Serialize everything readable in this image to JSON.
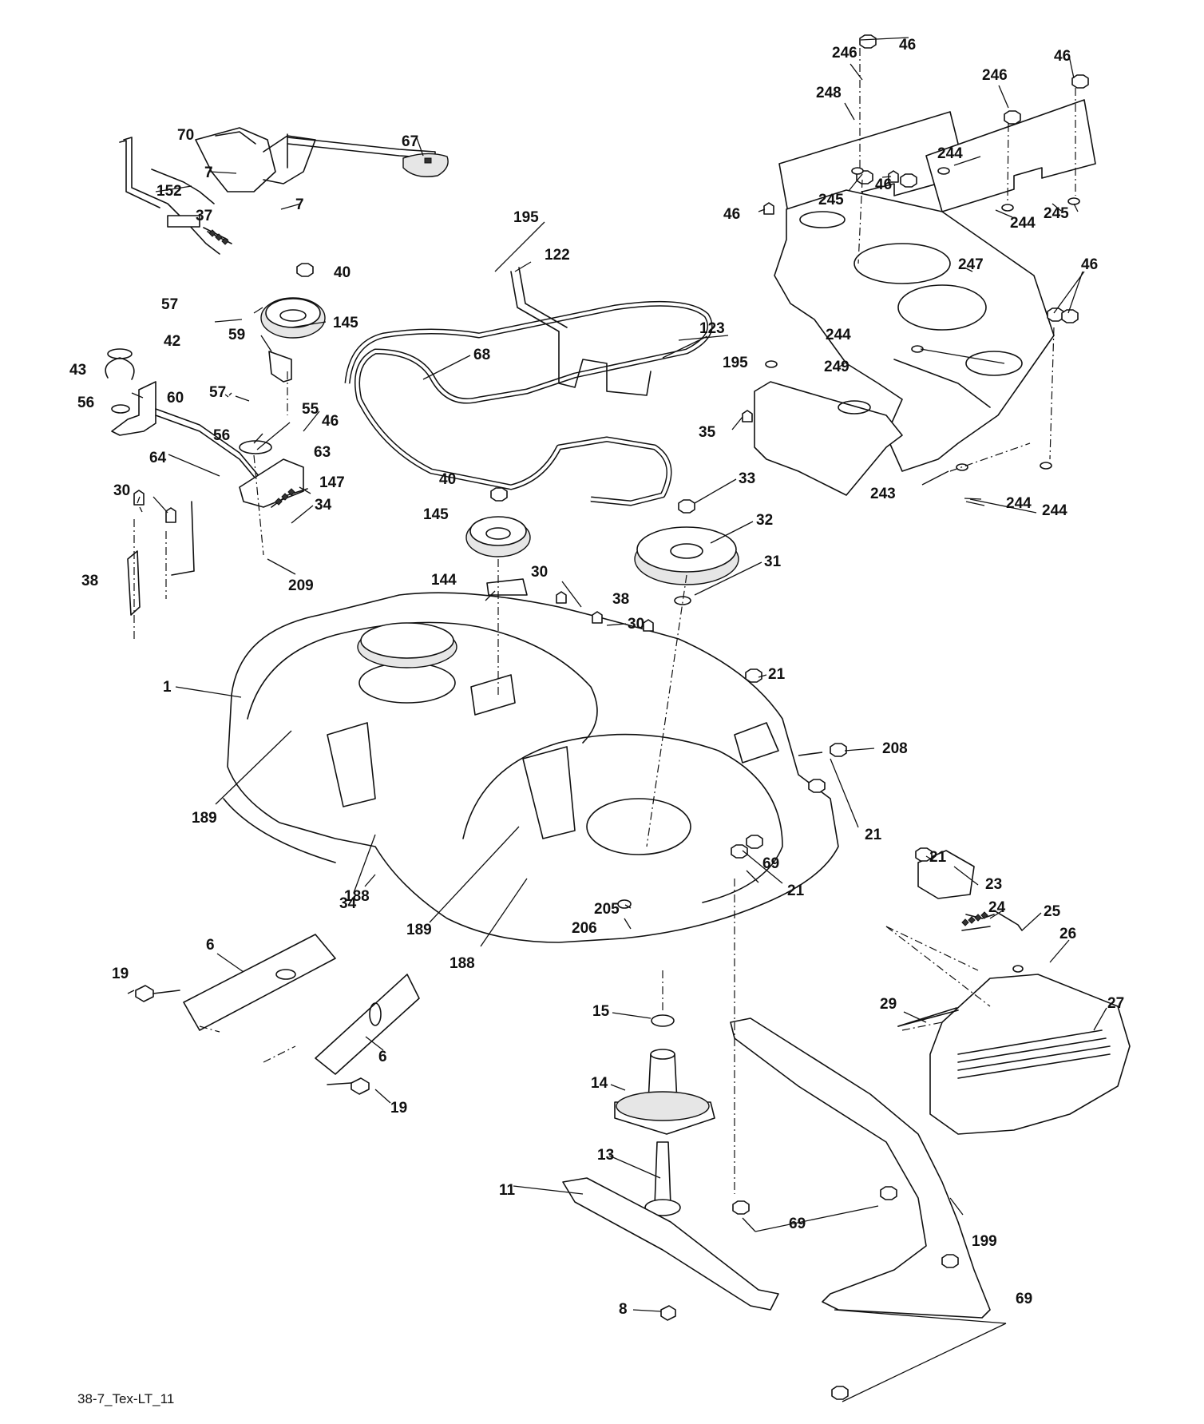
{
  "figure_id": "38-7_Tex-LT_11",
  "callouts": [
    "1",
    "6",
    "6",
    "7",
    "7",
    "8",
    "11",
    "13",
    "14",
    "15",
    "19",
    "19",
    "21",
    "21",
    "21",
    "21",
    "23",
    "24",
    "25",
    "26",
    "27",
    "29",
    "30",
    "30",
    "30",
    "31",
    "32",
    "33",
    "34",
    "34",
    "35",
    "37",
    "38",
    "38",
    "40",
    "40",
    "42",
    "43",
    "46",
    "46",
    "46",
    "46",
    "46",
    "46",
    "55",
    "56",
    "56",
    "57",
    "57",
    "59",
    "60",
    "63",
    "64",
    "67",
    "68",
    "69",
    "69",
    "69",
    "70",
    "122",
    "123",
    "144",
    "145",
    "145",
    "147",
    "152",
    "188",
    "188",
    "189",
    "189",
    "195",
    "195",
    "199",
    "205",
    "206",
    "208",
    "209",
    "243",
    "244",
    "244",
    "244",
    "244",
    "244",
    "245",
    "245",
    "246",
    "246",
    "247",
    "248",
    "249"
  ]
}
